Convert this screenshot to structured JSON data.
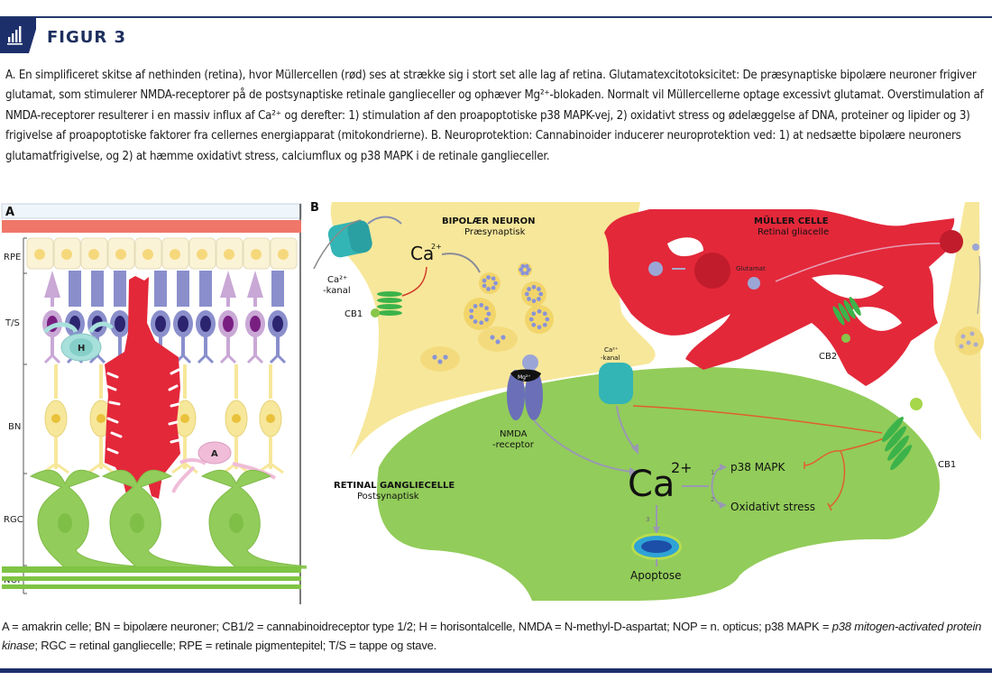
{
  "figure": {
    "label": "FIGUR 3",
    "badge_icon": "bar-chart-icon",
    "colors": {
      "brand_navy": "#1d2f6b",
      "muller_red": "#e3283a",
      "ganglion_green": "#92cc5a",
      "bipolar_yellow": "#f7e79a",
      "rod_blue": "#8a8fcc",
      "cone_lilac": "#c9a8d6",
      "inhibit_orange": "#e0602a",
      "arrow_grey": "#9a98b4",
      "teal_channel": "#33b5b5"
    }
  },
  "caption": {
    "p1": "A. En simplificeret skitse af nethinden (retina), hvor Müllercellen (rød) ses at strække sig i stort set alle lag af retina. Glutamatexcitotoksicitet: De præsynaptiske bipolære neuroner frigiver glutamat, som stimulerer NMDA-receptorer på de postsynaptiske retinale ganglieceller og ophæver Mg²⁺-blokaden. Normalt vil Müllercellerne optage excessivt glutamat. Overstimulation af NMDA-receptorer resulterer i en massiv influx af Ca²⁺ og derefter: 1) stimulation af den proapoptotiske p38 MAPK-vej, 2) oxidativt stress og ødelæggelse af DNA, proteiner og lipider og 3) frigivelse af proapoptotiske faktorer fra cellernes energiapparat (mitokondrierne). B. Neuroprotektion: Cannabinoider inducerer neuroprotektion ved: 1) at nedsætte bipolære neuroners glutamatfrigivelse, og 2) at hæmme oxidativt stress, calciumflux og p38 MAPK i de retinale ganglieceller."
  },
  "panel_a": {
    "label": "A",
    "layers": [
      "RPE",
      "T/S",
      "BN",
      "RGC",
      "NOP"
    ],
    "cell_labels": {
      "horizontal": "H",
      "amacrine": "A"
    }
  },
  "panel_b": {
    "label": "B",
    "bipolar": {
      "title": "BIPOLÆR NEURON",
      "subtitle": "Præsynaptisk"
    },
    "muller": {
      "title": "MÜLLER CELLE",
      "subtitle": "Retinal gliacelle",
      "glutamat": "Glutamat"
    },
    "ganglion": {
      "title": "RETINAL GANGLIECELLE",
      "subtitle": "Postsynaptisk"
    },
    "ca_presyn": "Ca",
    "ca_presyn_sup": "2+",
    "ca_channel_1": {
      "line1": "Ca²⁺",
      "line2": "-kanal"
    },
    "ca_channel_2": {
      "line1": "Ca²⁺",
      "line2": "-kanal"
    },
    "cb1_left": "CB1",
    "cb2": "CB2",
    "cb1_right": "CB1",
    "mg": "Mg²⁺",
    "nmda": {
      "line1": "NMDA",
      "line2": "-receptor"
    },
    "ca_main": "Ca",
    "ca_main_sup": "2+",
    "pathway_1": "p38 MAPK",
    "pathway_2": "Oxidativt stress",
    "step_1": "1",
    "step_2": "2",
    "step_3": "3",
    "apoptose": "Apoptose"
  },
  "footnote": {
    "text_1": "A = amakrin celle; BN = bipolære neuroner; CB1/2 = cannabinoidreceptor type 1/2; H = horisontalcelle, NMDA = N-methyl-D-aspartat; NOP = n. opticus; p38 MAPK = ",
    "italic_1": "p38 mitogen-activated protein kinase",
    "text_2": "; RGC = retinal gangliecelle; RPE = retinale pigmentepitel; T/S = tappe og stave."
  }
}
